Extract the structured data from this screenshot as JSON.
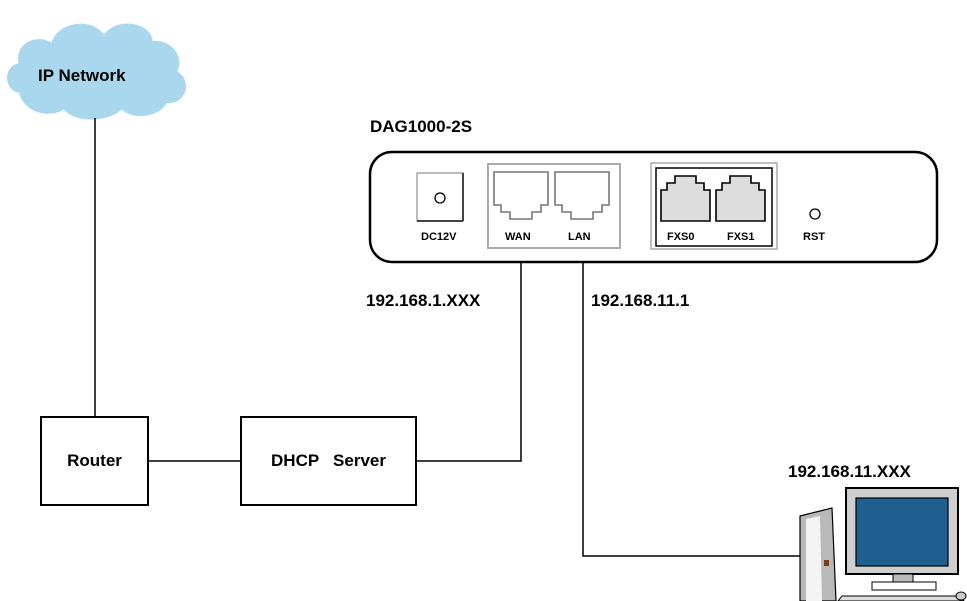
{
  "cloud": {
    "label": "IP Network",
    "fill": "#a9d8ee"
  },
  "device": {
    "title": "DAG1000-2S",
    "ports": {
      "power": "DC12V",
      "wan": "WAN",
      "lan": "LAN",
      "fxs0": "FXS0",
      "fxs1": "FXS1",
      "reset": "RST"
    }
  },
  "addresses": {
    "wan_ip": "192.168.1.XXX",
    "lan_ip": "192.168.11.1",
    "pc_ip": "192.168.11.XXX"
  },
  "nodes": {
    "router": "Router",
    "dhcp_server": "DHCP   Server"
  },
  "pc": {
    "screen_color": "#1f5f8f",
    "tower_color": "#c8c8c8"
  }
}
